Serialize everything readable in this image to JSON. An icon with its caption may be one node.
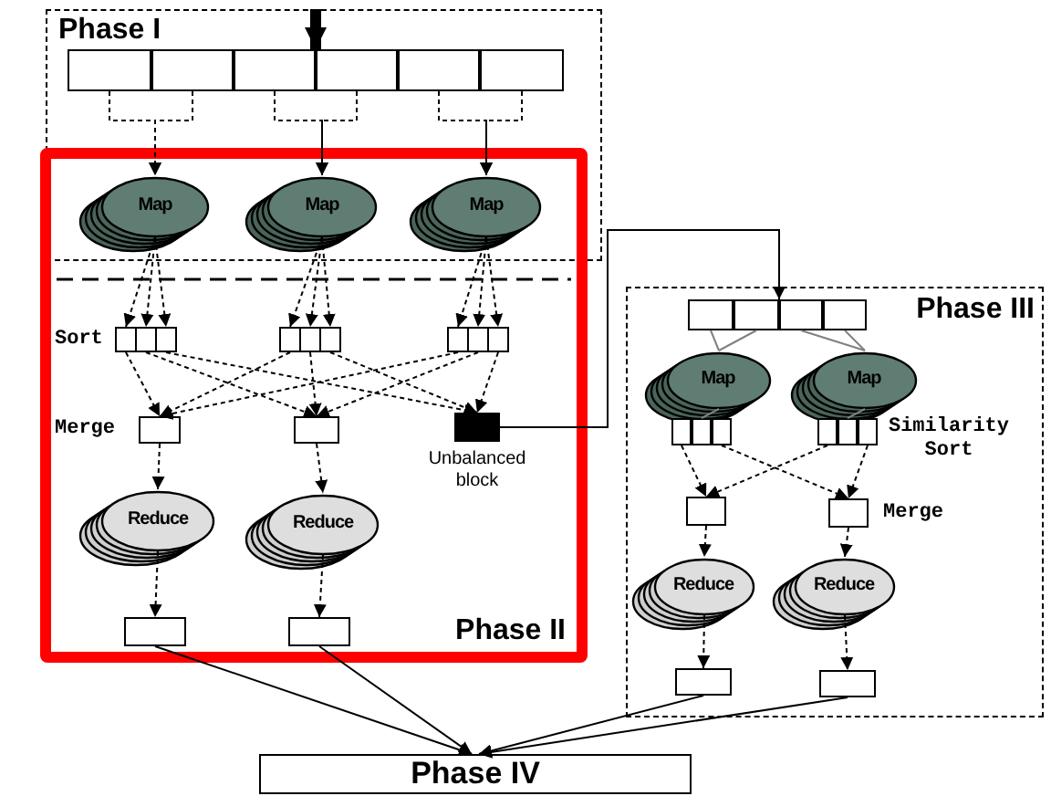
{
  "diagram": {
    "nodes": [
      {
        "text": [
          "Phase I"
        ]
      },
      {
        "text": [],
        "shape": "box",
        "in": 0
      },
      {
        "text": [],
        "shape": "box",
        "in": 0
      },
      {
        "text": [],
        "shape": "box",
        "in": 0
      },
      {
        "text": [],
        "shape": "box",
        "in": 0
      },
      {
        "text": [],
        "shape": "box",
        "in": 0
      },
      {
        "text": [],
        "shape": "box",
        "in": 0
      },
      {
        "text": [
          "Phase II"
        ]
      },
      {
        "text": [
          "Map"
        ]
      },
      {
        "text": [
          "Map"
        ]
      },
      {
        "text": [
          "Map"
        ]
      },
      {
        "text": [],
        "shape": "box",
        "in": 7
      },
      {
        "text": [],
        "shape": "box",
        "in": 7
      },
      {
        "text": [],
        "shape": "box",
        "in": 7
      },
      {
        "text": [],
        "shape": "box",
        "in": 7
      },
      {
        "text": [],
        "shape": "box",
        "in": 7
      },
      {
        "text": [],
        "shape": "box",
        "in": 7
      },
      {
        "text": [],
        "shape": "box",
        "in": 7
      },
      {
        "text": [],
        "shape": "box",
        "in": 7
      },
      {
        "text": [],
        "shape": "box",
        "in": 7
      },
      {
        "text": [],
        "shape": "box",
        "in": 7
      },
      {
        "text": [],
        "shape": "box",
        "in": 7
      },
      {
        "text": [],
        "shape": "box",
        "in": 7,
        "beside": [
          "Unbalanced block"
        ]
      },
      {
        "text": [
          "Reduce"
        ],
        "in": 7
      },
      {
        "text": [
          "Reduce"
        ],
        "in": 7
      },
      {
        "text": [],
        "shape": "box",
        "in": 7
      },
      {
        "text": [],
        "shape": "box",
        "in": 7
      },
      {
        "text": [
          "Phase III"
        ]
      },
      {
        "text": [],
        "shape": "box",
        "in": 27
      },
      {
        "text": [],
        "shape": "box",
        "in": 27
      },
      {
        "text": [],
        "shape": "box",
        "in": 27
      },
      {
        "text": [],
        "shape": "box",
        "in": 27
      },
      {
        "text": [
          "Map"
        ],
        "in": 27
      },
      {
        "text": [
          "Map"
        ],
        "in": 27
      },
      {
        "text": [],
        "shape": "box",
        "in": 27
      },
      {
        "text": [],
        "shape": "box",
        "in": 27
      },
      {
        "text": [],
        "shape": "box",
        "in": 27
      },
      {
        "text": [],
        "shape": "box",
        "in": 27
      },
      {
        "text": [],
        "shape": "box",
        "in": 27
      },
      {
        "text": [],
        "shape": "box",
        "in": 27
      },
      {
        "text": [],
        "shape": "box",
        "in": 27
      },
      {
        "text": [],
        "shape": "box",
        "in": 27
      },
      {
        "text": [
          "Reduce"
        ],
        "in": 27
      },
      {
        "text": [
          "Reduce"
        ],
        "in": 27
      },
      {
        "text": [],
        "shape": "box",
        "in": 27
      },
      {
        "text": [],
        "shape": "box",
        "in": 27
      },
      {
        "text": [
          "Phase IV"
        ]
      }
    ],
    "edges": [
      {
        "from": null,
        "to": 4,
        "arrow": "to",
        "style": "thick"
      },
      {
        "from": 1,
        "to": 8,
        "arrow": "to",
        "style": "dashed"
      },
      {
        "from": 2,
        "to": 8,
        "arrow": "to",
        "style": "dashed"
      },
      {
        "from": 3,
        "to": 9,
        "arrow": "to",
        "style": "dashed"
      },
      {
        "from": 4,
        "to": 9,
        "arrow": "to",
        "style": "dashed"
      },
      {
        "from": 5,
        "to": 10,
        "arrow": "to",
        "style": "dashed"
      },
      {
        "from": 6,
        "to": 10,
        "arrow": "to",
        "style": "dashed"
      },
      {
        "from": 8,
        "to": 11,
        "arrow": "to",
        "style": "dashed"
      },
      {
        "from": 8,
        "to": 12,
        "arrow": "to",
        "style": "dashed"
      },
      {
        "from": 8,
        "to": 13,
        "arrow": "to",
        "style": "dashed"
      },
      {
        "from": 9,
        "to": 14,
        "arrow": "to",
        "style": "dashed"
      },
      {
        "from": 9,
        "to": 15,
        "arrow": "to",
        "style": "dashed"
      },
      {
        "from": 9,
        "to": 16,
        "arrow": "to",
        "style": "dashed"
      },
      {
        "from": 10,
        "to": 17,
        "arrow": "to",
        "style": "dashed"
      },
      {
        "from": 10,
        "to": 18,
        "arrow": "to",
        "style": "dashed"
      },
      {
        "from": 10,
        "to": 19,
        "arrow": "to",
        "style": "dashed"
      },
      {
        "from": 11,
        "to": 20,
        "arrow": "to",
        "style": "dashed"
      },
      {
        "from": 12,
        "to": 21,
        "arrow": "to",
        "style": "dashed"
      },
      {
        "from": 13,
        "to": 22,
        "arrow": "to",
        "style": "dashed"
      },
      {
        "from": 14,
        "to": 20,
        "arrow": "to",
        "style": "dashed"
      },
      {
        "from": 15,
        "to": 21,
        "arrow": "to",
        "style": "dashed"
      },
      {
        "from": 16,
        "to": 22,
        "arrow": "to",
        "style": "dashed"
      },
      {
        "from": 17,
        "to": 20,
        "arrow": "to",
        "style": "dashed"
      },
      {
        "from": 18,
        "to": 21,
        "arrow": "to",
        "style": "dashed"
      },
      {
        "from": 19,
        "to": 22,
        "arrow": "to",
        "style": "dashed"
      },
      {
        "from": 20,
        "to": 23,
        "arrow": "to",
        "style": "dashed"
      },
      {
        "from": 21,
        "to": 24,
        "arrow": "to",
        "style": "dashed"
      },
      {
        "from": 23,
        "to": 25,
        "arrow": "to",
        "style": "dashed"
      },
      {
        "from": 24,
        "to": 26,
        "arrow": "to",
        "style": "dashed"
      },
      {
        "from": 22,
        "to": 30,
        "arrow": "to"
      },
      {
        "from": 28,
        "to": 32,
        "arrow": "none",
        "color": "#808080"
      },
      {
        "from": 29,
        "to": 32,
        "arrow": "none",
        "color": "#808080"
      },
      {
        "from": 30,
        "to": 33,
        "arrow": "none",
        "color": "#808080"
      },
      {
        "from": 31,
        "to": 33,
        "arrow": "none",
        "color": "#808080"
      },
      {
        "from": 32,
        "to": 35,
        "arrow": "none",
        "color": "#808080"
      },
      {
        "from": 33,
        "to": 38,
        "arrow": "none",
        "color": "#808080"
      },
      {
        "from": 34,
        "to": 40,
        "arrow": "to",
        "style": "dashed"
      },
      {
        "from": 36,
        "to": 41,
        "arrow": "to",
        "style": "dashed"
      },
      {
        "from": 37,
        "to": 40,
        "arrow": "to",
        "style": "dashed"
      },
      {
        "from": 39,
        "to": 41,
        "arrow": "to",
        "style": "dashed"
      },
      {
        "from": 40,
        "to": 42,
        "arrow": "to",
        "style": "dashed"
      },
      {
        "from": 41,
        "to": 43,
        "arrow": "to",
        "style": "dashed"
      },
      {
        "from": 42,
        "to": 44,
        "arrow": "to",
        "style": "dashed"
      },
      {
        "from": 43,
        "to": 45,
        "arrow": "to",
        "style": "dashed"
      },
      {
        "from": 25,
        "to": 46,
        "arrow": "to"
      },
      {
        "from": 26,
        "to": 46,
        "arrow": "to"
      },
      {
        "from": 44,
        "to": 46,
        "arrow": "to"
      },
      {
        "from": 45,
        "to": 46,
        "arrow": "to"
      }
    ],
    "labels": [
      "Sort",
      "Merge",
      "Similarity Sort",
      "Merge"
    ]
  }
}
